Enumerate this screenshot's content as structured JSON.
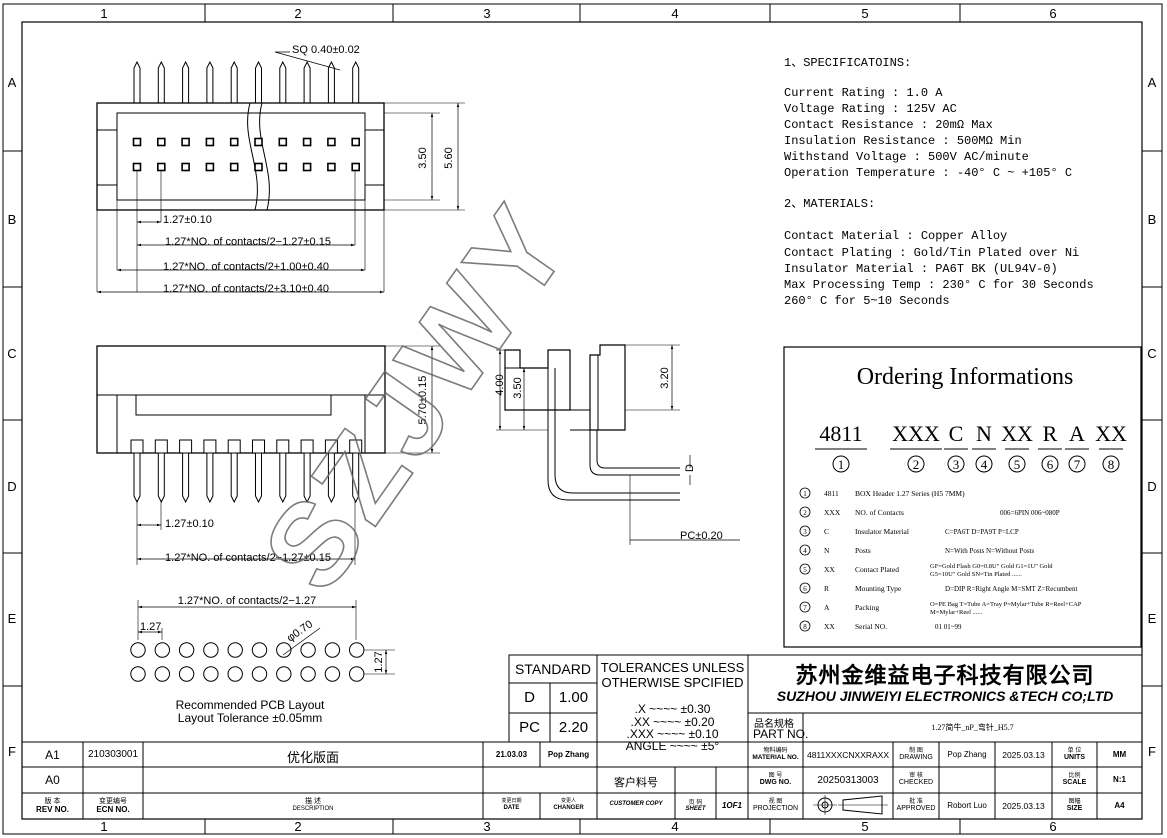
{
  "frame": {
    "col_labels": [
      "1",
      "2",
      "3",
      "4",
      "5",
      "6"
    ],
    "row_labels": [
      "A",
      "B",
      "C",
      "D",
      "E",
      "F"
    ]
  },
  "watermark": "SZJWY",
  "drawing": {
    "sq_pin": "SQ 0.40±0.02",
    "dim_350": "3.50",
    "dim_560": "5.60",
    "dim_127_top": "1.27±0.10",
    "dim_half_minus": "1.27*NO. of contacts/2−1.27±0.15",
    "dim_half_plus100": "1.27*NO. of contacts/2+1.00±0.40",
    "dim_half_plus310": "1.27*NO. of contacts/2+3.10±0.40",
    "dim_570": "5.70±0.15",
    "dim_127_mid": "1.27±0.10",
    "dim_half_minus_mid": "1.27*NO. of contacts/2−1.27±0.15",
    "side_400": "4.00",
    "side_350": "3.50",
    "side_320": "3.20",
    "side_d": "D",
    "side_pc": "PC±0.20",
    "pcb_dim_top": "1.27*NO. of contacts/2−1.27",
    "pcb_127_a": "1.27",
    "pcb_127_b": "1.27",
    "pcb_hole": "φ0.70",
    "pcb_caption1": "Recommended PCB Layout",
    "pcb_caption2": "Layout Tolerance ±0.05mm"
  },
  "specs": {
    "heading": "1、SPECIFICATOINS:",
    "lines": [
      "Current  Rating  : 1.0 A",
      "Voltage  Rating  : 125V AC",
      "Contact   Resistance   : 20mΩ  Max",
      "Insulation Resistance  : 500MΩ Min",
      "Withstand   Voltage    : 500V AC/minute",
      "Operation  Temperature : -40° C ~ +105° C"
    ],
    "materials_heading": "2、MATERIALS:",
    "materials": [
      "Contact  Material   : Copper Alloy",
      "Contact  Plating    : Gold/Tin Plated over Ni",
      "Insulator Material  : PA6T  BK (UL94V-0)",
      "Max Processing Temp : 230° C for 30 Seconds",
      "                      260° C for 5~10 Seconds"
    ]
  },
  "ordering": {
    "title": "Ordering Informations",
    "codes": [
      "4811",
      "XXX",
      "C",
      "N",
      "XX",
      "R",
      "A",
      "XX"
    ],
    "nums": [
      "1",
      "2",
      "3",
      "4",
      "5",
      "6",
      "7",
      "8"
    ],
    "rows": [
      {
        "n": "1",
        "code": "4811",
        "name": "BOX  Header 1.27  Series  (H5 7MM)",
        "opts": ""
      },
      {
        "n": "2",
        "code": "XXX",
        "name": "NO. of Contacts",
        "opts": "006=6PIN  006~080P"
      },
      {
        "n": "3",
        "code": "C",
        "name": "Insulator Material",
        "opts": "C=PA6T  D=PA9T  P=LCP"
      },
      {
        "n": "4",
        "code": "N",
        "name": "Posts",
        "opts": "N=With Posts  N=Without Posts"
      },
      {
        "n": "5",
        "code": "XX",
        "name": "Contact Plated",
        "opts": "GF=Gold Flash  G0=0.8U\" Gold  G1=1U\" Gold",
        "opts2": "G5=10U\" Gold     SN=Tin Plated  ......"
      },
      {
        "n": "6",
        "code": "R",
        "name": "Mounting Type",
        "opts": "D=DIP  R=Right Angle  M=SMT  Z=Recumbent"
      },
      {
        "n": "7",
        "code": "A",
        "name": "Packing",
        "opts": "O=PE Bag  T=Tube A=Tray  P=Mylar+Tube  R=Reel+CAP",
        "opts2": "M=Mylar+Reel  ......"
      },
      {
        "n": "8",
        "code": "XX",
        "name": "Serial NO.",
        "opts": "01   01~99"
      }
    ]
  },
  "standard": {
    "head": "STANDARD",
    "rows": [
      {
        "k": "D",
        "v": "1.00"
      },
      {
        "k": "PC",
        "v": "2.20"
      }
    ]
  },
  "tolerances": {
    "head1": "TOLERANCES  UNLESS",
    "head2": "OTHERWISE  SPCIFIED",
    "lines": [
      ".X  ~~~~  ±0.30",
      ".XX  ~~~~  ±0.20",
      ".XXX  ~~~~  ±0.10",
      "ANGLE  ~~~~  ±5°"
    ]
  },
  "company": {
    "cn": "苏州金维益电子科技有限公司",
    "en": "SUZHOU JINWEIYI ELECTRONICS &TECH CO;LTD"
  },
  "titleblock": {
    "part_label_cn": "品名规格",
    "part_label_en": "PART  NO.",
    "part_value": "1.27简牛_nP_弯针_H5.7",
    "rev_a1": "A1",
    "ecn_a1": "210303001",
    "desc_a1": "优化版面",
    "date_a1": "21.03.03",
    "changer_a1": "Pop Zhang",
    "rev_a0": "A0",
    "customer_cn": "客户料号",
    "h_rev_cn": "版  本",
    "h_rev": "REV NO.",
    "h_ecn_cn": "变更编号",
    "h_ecn": "ECN  NO.",
    "h_desc_cn": "描  述",
    "h_desc": "DESCRIPTION",
    "h_date_cn": "变更日期",
    "h_date": "DATE",
    "h_changer_cn": "变更人",
    "h_changer": "CHANGER",
    "customer_copy": "CUSTOMER COPY",
    "sheet_cn": "页 码",
    "sheet_en": "SHEET",
    "sheet_val": "1OF1",
    "material_cn": "物料编码",
    "material_en": "MATERIAL  NO.",
    "material_val": "4811XXXCNXXRAXX",
    "drawing_cn": "制 图",
    "drawing_en": "DRAWING",
    "drawing_name": "Pop Zhang",
    "drawing_date": "2025.03.13",
    "units_cn": "单 位",
    "units_en": "UNITS",
    "units_val": "MM",
    "dwg_cn": "图 号",
    "dwg_en": "DWG  NO.",
    "dwg_val": "20250313003",
    "checked_cn": "审 核",
    "checked_en": "CHECKED",
    "scale_cn": "比例",
    "scale_en": "SCALE",
    "scale_val": "N:1",
    "proj_cn": "视 图",
    "proj_en": "PROJECTION",
    "approved_cn": "批 准",
    "approved_en": "APPROVED",
    "approved_name": "Robort Luo",
    "approved_date": "2025.03.13",
    "size_cn": "图幅",
    "size_en": "SIZE",
    "size_val": "A4"
  }
}
